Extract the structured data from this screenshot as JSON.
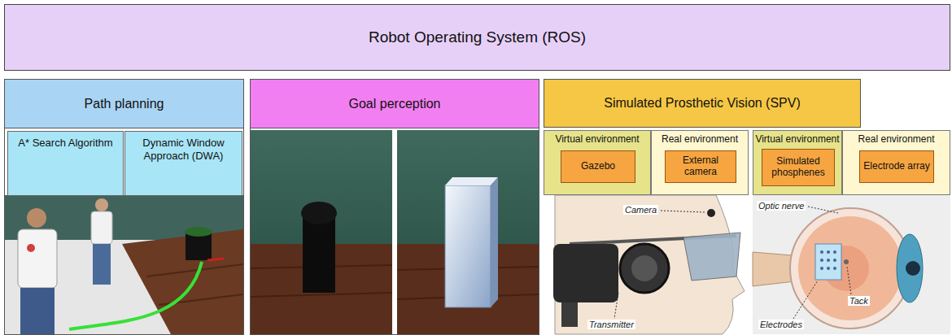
{
  "diagram": {
    "nodes": [
      {
        "text": [
          "Robot Operating System (ROS)"
        ]
      },
      {
        "text": [
          "Path planning"
        ]
      },
      {
        "text": [
          "A* Search Algorithm"
        ],
        "in": 1
      },
      {
        "text": [
          "Dynamic Window Approach (DWA)"
        ],
        "in": 1
      },
      {
        "text": [
          "Goal perception"
        ]
      },
      {
        "text": [
          "Simulated Prosthetic Vision (SPV)"
        ]
      },
      {
        "text": [
          "Virtual environment"
        ],
        "in": 5
      },
      {
        "text": [
          "Gazebo"
        ],
        "in": 6
      },
      {
        "text": [
          "Real environment"
        ],
        "in": 5
      },
      {
        "text": [
          "External camera"
        ],
        "in": 8
      },
      {
        "text": [
          "Virtual environment"
        ],
        "in": 5
      },
      {
        "text": [
          "Simulated phosphenes"
        ],
        "in": 10
      },
      {
        "text": [
          "Real environment"
        ],
        "in": 5
      },
      {
        "text": [
          "Electrode array"
        ],
        "in": 12
      }
    ],
    "labels": [
      "Camera",
      "Transmitter",
      "Optic nerve",
      "Tack",
      "Electrodes"
    ]
  }
}
